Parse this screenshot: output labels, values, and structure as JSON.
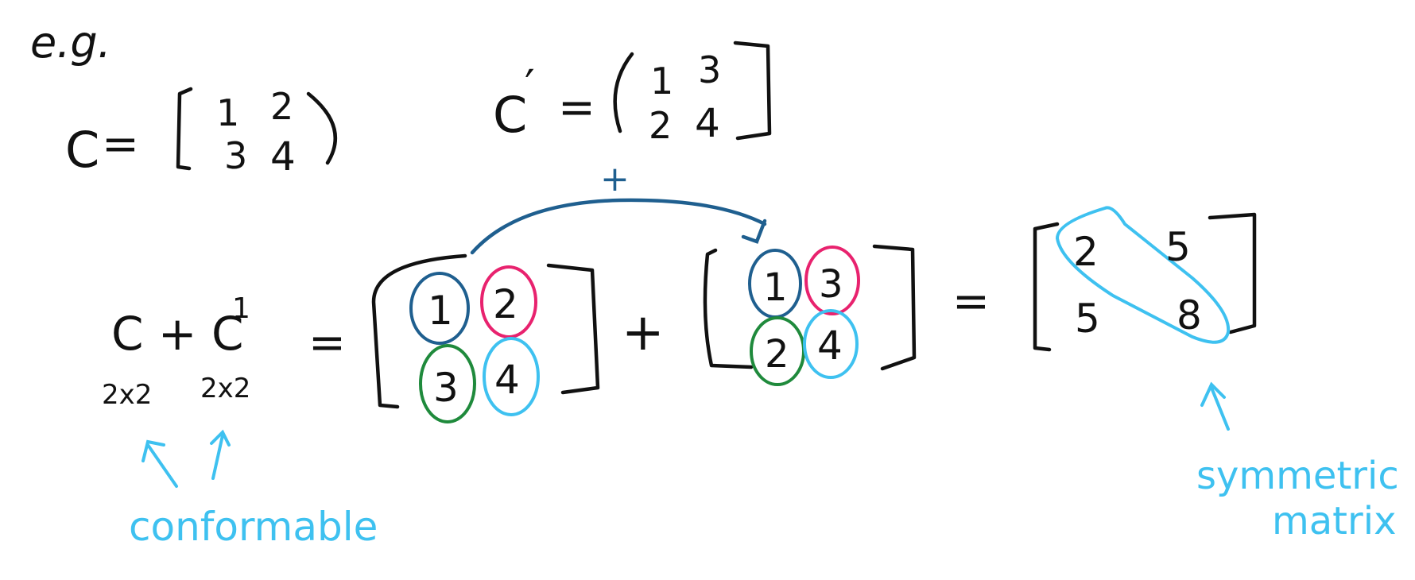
{
  "example_label": "e.g.",
  "matrix_c": {
    "name": "C",
    "eq": "=",
    "cells": [
      "1",
      "2",
      "3",
      "4"
    ]
  },
  "matrix_c_prime": {
    "name": "C",
    "prime": "′",
    "eq": "=",
    "cells": [
      "1",
      "3",
      "2",
      "4"
    ]
  },
  "sum_expression": {
    "left": "C + C",
    "prime": "1",
    "dim_left": "2x2",
    "dim_right": "2x2",
    "eq": "=",
    "plus": "+",
    "arrow_label": "+",
    "m1": [
      "1",
      "2",
      "3",
      "4"
    ],
    "m2": [
      "1",
      "3",
      "2",
      "4"
    ],
    "eq2": "=",
    "result": [
      "2",
      "5",
      "5",
      "8"
    ]
  },
  "annotations": {
    "conformable": "conformable",
    "symmetric_line1": "symmetric",
    "symmetric_line2": "matrix"
  },
  "colors": {
    "ink": "#111111",
    "arrow": "#1f5f8f",
    "circle_1": "#1f5f8f",
    "circle_2": "#e8226e",
    "circle_3": "#1f8a3c",
    "circle_4": "#3ec1f0",
    "note": "#3ec1f0"
  }
}
